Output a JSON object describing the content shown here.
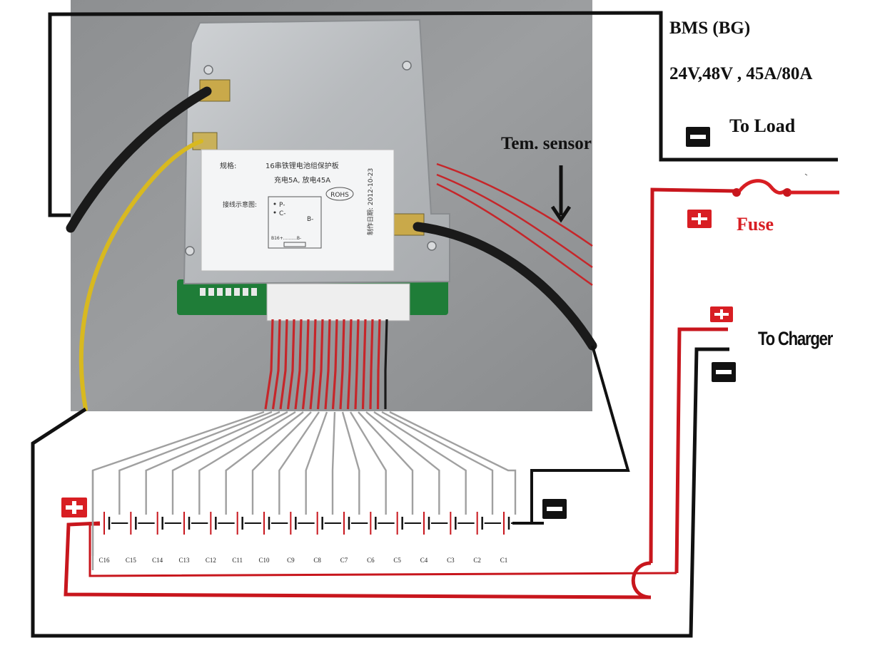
{
  "title": "BMS (BG)",
  "specs": "24V,48V , 45A/80A",
  "to_load": "To Load",
  "temp_sensor": "Tem. sensor",
  "fuse": "Fuse",
  "to_charger": "To Charger",
  "board_label": {
    "line1_key": "规格:",
    "line1_val": "16串铁锂电池组保护板",
    "line2": "充电5A, 放电45A",
    "rohs": "ROHS",
    "wiring": "接线示意图:",
    "p_minus": "P-",
    "c_minus": "C-",
    "b_minus": "B-",
    "b16": "B16+..........B-",
    "date_side": "制作日期: 2012-10-23"
  },
  "cells": [
    "C16",
    "C15",
    "C14",
    "C13",
    "C12",
    "C11",
    "C10",
    "C9",
    "C8",
    "C7",
    "C6",
    "C5",
    "C4",
    "C3",
    "C2",
    "C1"
  ],
  "colors": {
    "red": "#c8161d",
    "black": "#111111",
    "gray": "#9a9a9a",
    "yellow": "#d8b920",
    "term_red": "#d81e23"
  },
  "icons": [
    "plus-terminal-icon",
    "minus-terminal-icon",
    "down-arrow-icon",
    "fuse-icon"
  ]
}
